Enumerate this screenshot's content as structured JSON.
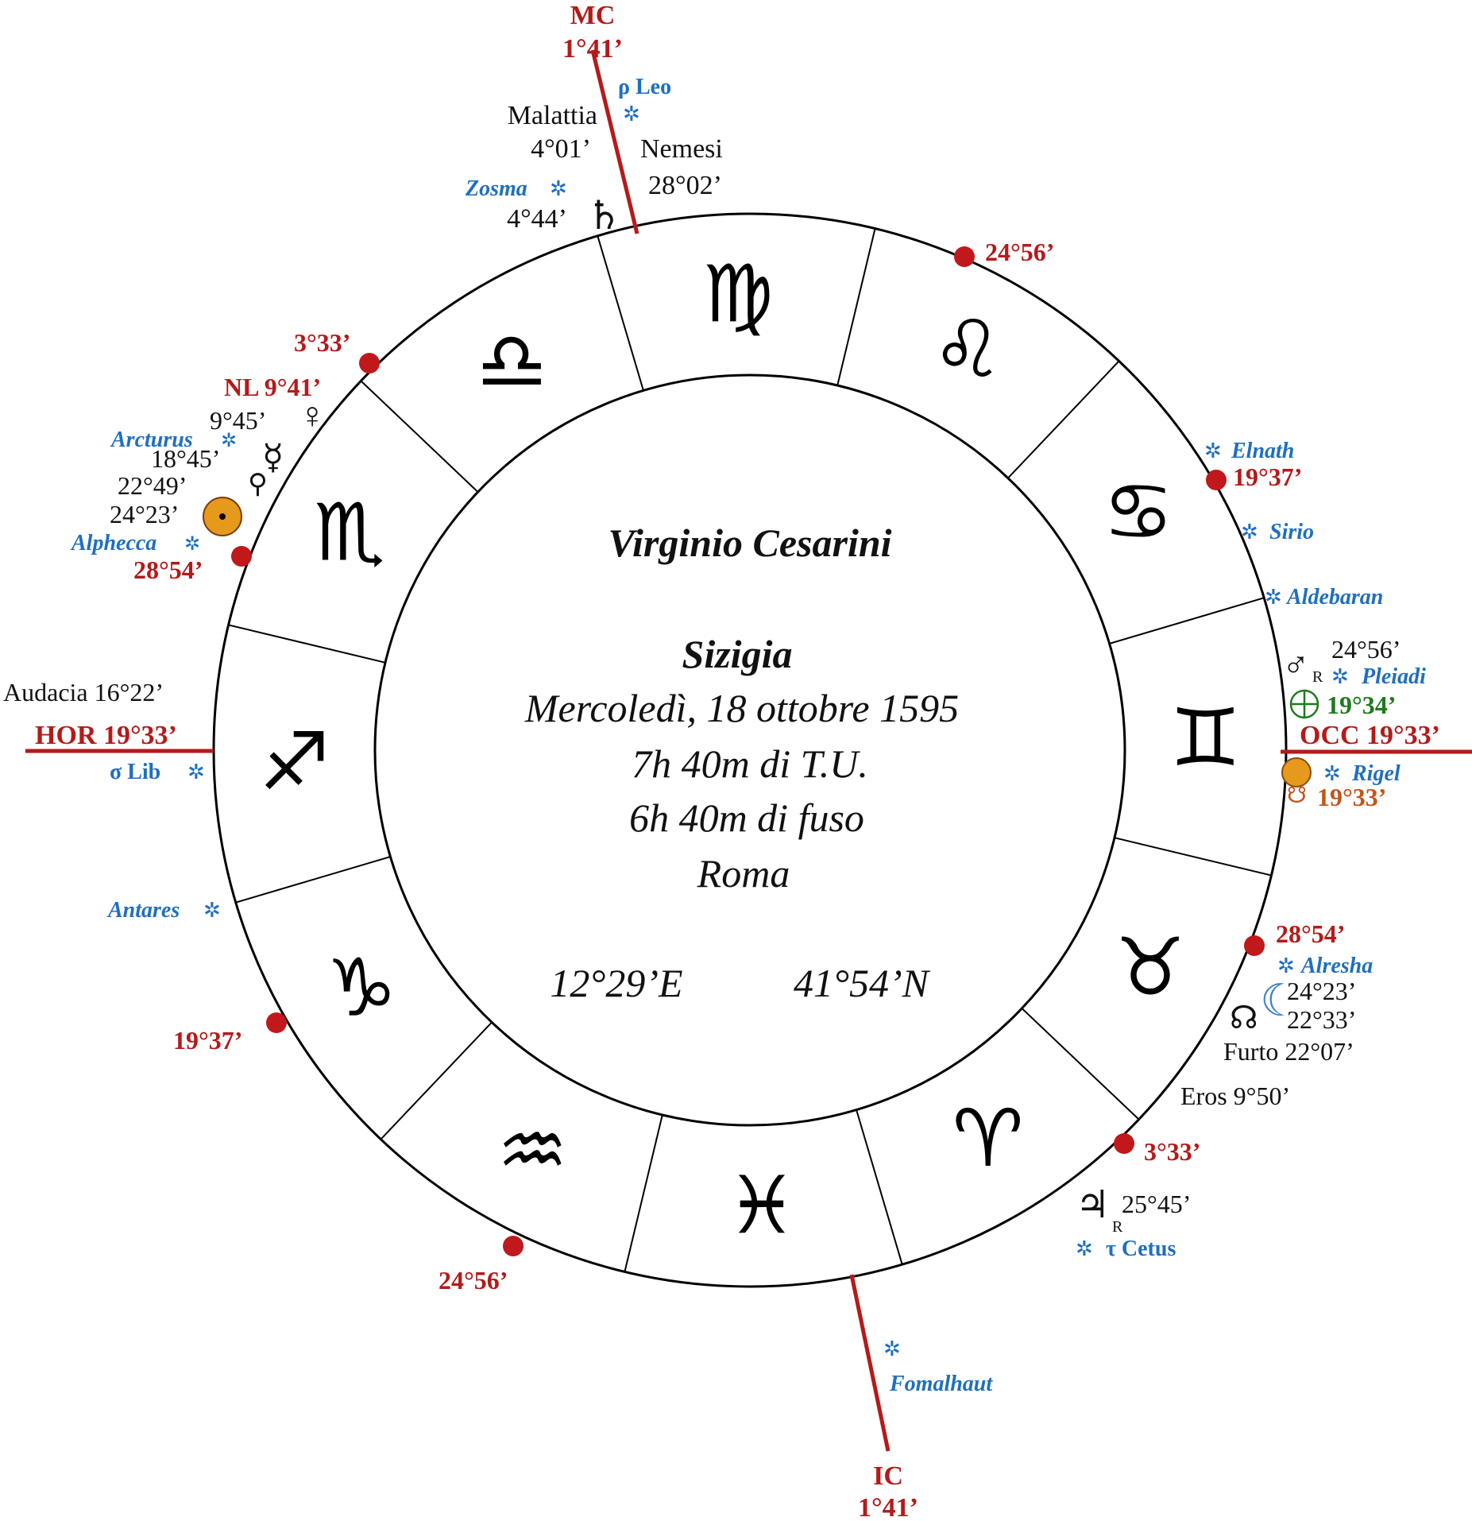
{
  "center": {
    "name": "Virginio Cesarini",
    "event": "Sizigia",
    "date": "Mercoledì, 18 ottobre 1595",
    "time_ut": "7h 40m di T.U.",
    "time_zone": "6h 40m di fuso",
    "place": "Roma",
    "longitude": "12°29’E",
    "latitude": "41°54’N"
  },
  "angles": {
    "mc_label": "MC",
    "mc_value": "1°41’",
    "ic_label": "IC",
    "ic_value": "1°41’",
    "hor": "HOR 19°33’",
    "occ": "OCC 19°33’"
  },
  "cusps": {
    "c1": "24°56’",
    "c2": "3°33’",
    "c3": "19°37’",
    "c4": "28°54’",
    "c5": "28°54’",
    "c6": "3°33’",
    "c7": "19°37’",
    "c8": "24°56’"
  },
  "lots": {
    "malattia": "Malattia",
    "malattia_val": "4°01’",
    "nemesi": "Nemesi",
    "nemesi_val": "28°02’",
    "audacia": "Audacia 16°22’",
    "furto": "Furto 22°07’",
    "eros": "Eros 9°50’",
    "nl": "NL 9°41’"
  },
  "planets": {
    "saturn_val": "4°44’",
    "venus_val": "9°45’",
    "mercury_val": "18°45’",
    "pof_val": "22°49’",
    "sun_val": "24°23’",
    "mars_val": "24°56’",
    "mars_r": "R",
    "fortune_val": "19°34’",
    "node_val": "19°33’",
    "moon_val": "24°23’",
    "node2_val": "22°33’",
    "jupiter_val": "25°45’",
    "jupiter_r": "R"
  },
  "stars": {
    "rho_leo": "ρ Leo",
    "zosma": "Zosma",
    "arcturus": "Arcturus",
    "alphecca": "Alphecca",
    "sigma_lib": "σ Lib",
    "antares": "Antares",
    "fomalhaut": "Fomalhaut",
    "tau_cetus": "τ Cetus",
    "alresha": "Alresha",
    "rigel": "Rigel",
    "pleiadi": "Pleiadi",
    "aldebaran": "Aldebaran",
    "sirio": "Sirio",
    "elnath": "Elnath"
  },
  "signs": [
    "♌",
    "♋",
    "♊",
    "♉",
    "♈",
    "♓",
    "♒",
    "♑",
    "♐",
    "♏",
    "♎",
    "♍"
  ],
  "colors": {
    "red": "#b51a1a",
    "blue": "#1f6fbf",
    "green": "#1f7a1f",
    "sun": "#e59a1c"
  }
}
